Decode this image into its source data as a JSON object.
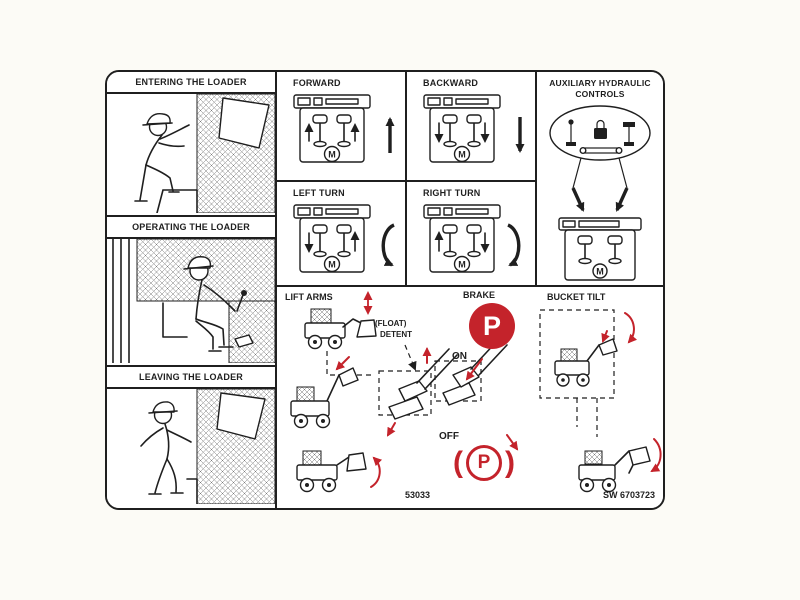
{
  "decal": {
    "colors": {
      "ink": "#1f1f1f",
      "red": "#c4232b",
      "paper": "#ffffff",
      "page": "#fcfbf6"
    },
    "motor_label": "M",
    "panels": {
      "entering": {
        "title": "ENTERING THE LOADER"
      },
      "operating": {
        "title": "OPERATING THE LOADER"
      },
      "leaving": {
        "title": "LEAVING THE LOADER"
      },
      "forward": {
        "title": "FORWARD"
      },
      "backward": {
        "title": "BACKWARD"
      },
      "left_turn": {
        "title": "LEFT TURN"
      },
      "right_turn": {
        "title": "RIGHT TURN"
      },
      "auxiliary": {
        "title_line1": "AUXILIARY HYDRAULIC",
        "title_line2": "CONTROLS"
      }
    },
    "bottom": {
      "lift_arms_title": "LIFT ARMS",
      "brake_title": "BRAKE",
      "bucket_tilt_title": "BUCKET TILT",
      "float_label": "(FLOAT)",
      "detent_label": "DETENT",
      "on_label": "ON",
      "off_label": "OFF",
      "park_symbol": "P",
      "paren_open": "(",
      "paren_close": ")",
      "part_number": "53033",
      "sw_number": "SW 6703723"
    }
  }
}
